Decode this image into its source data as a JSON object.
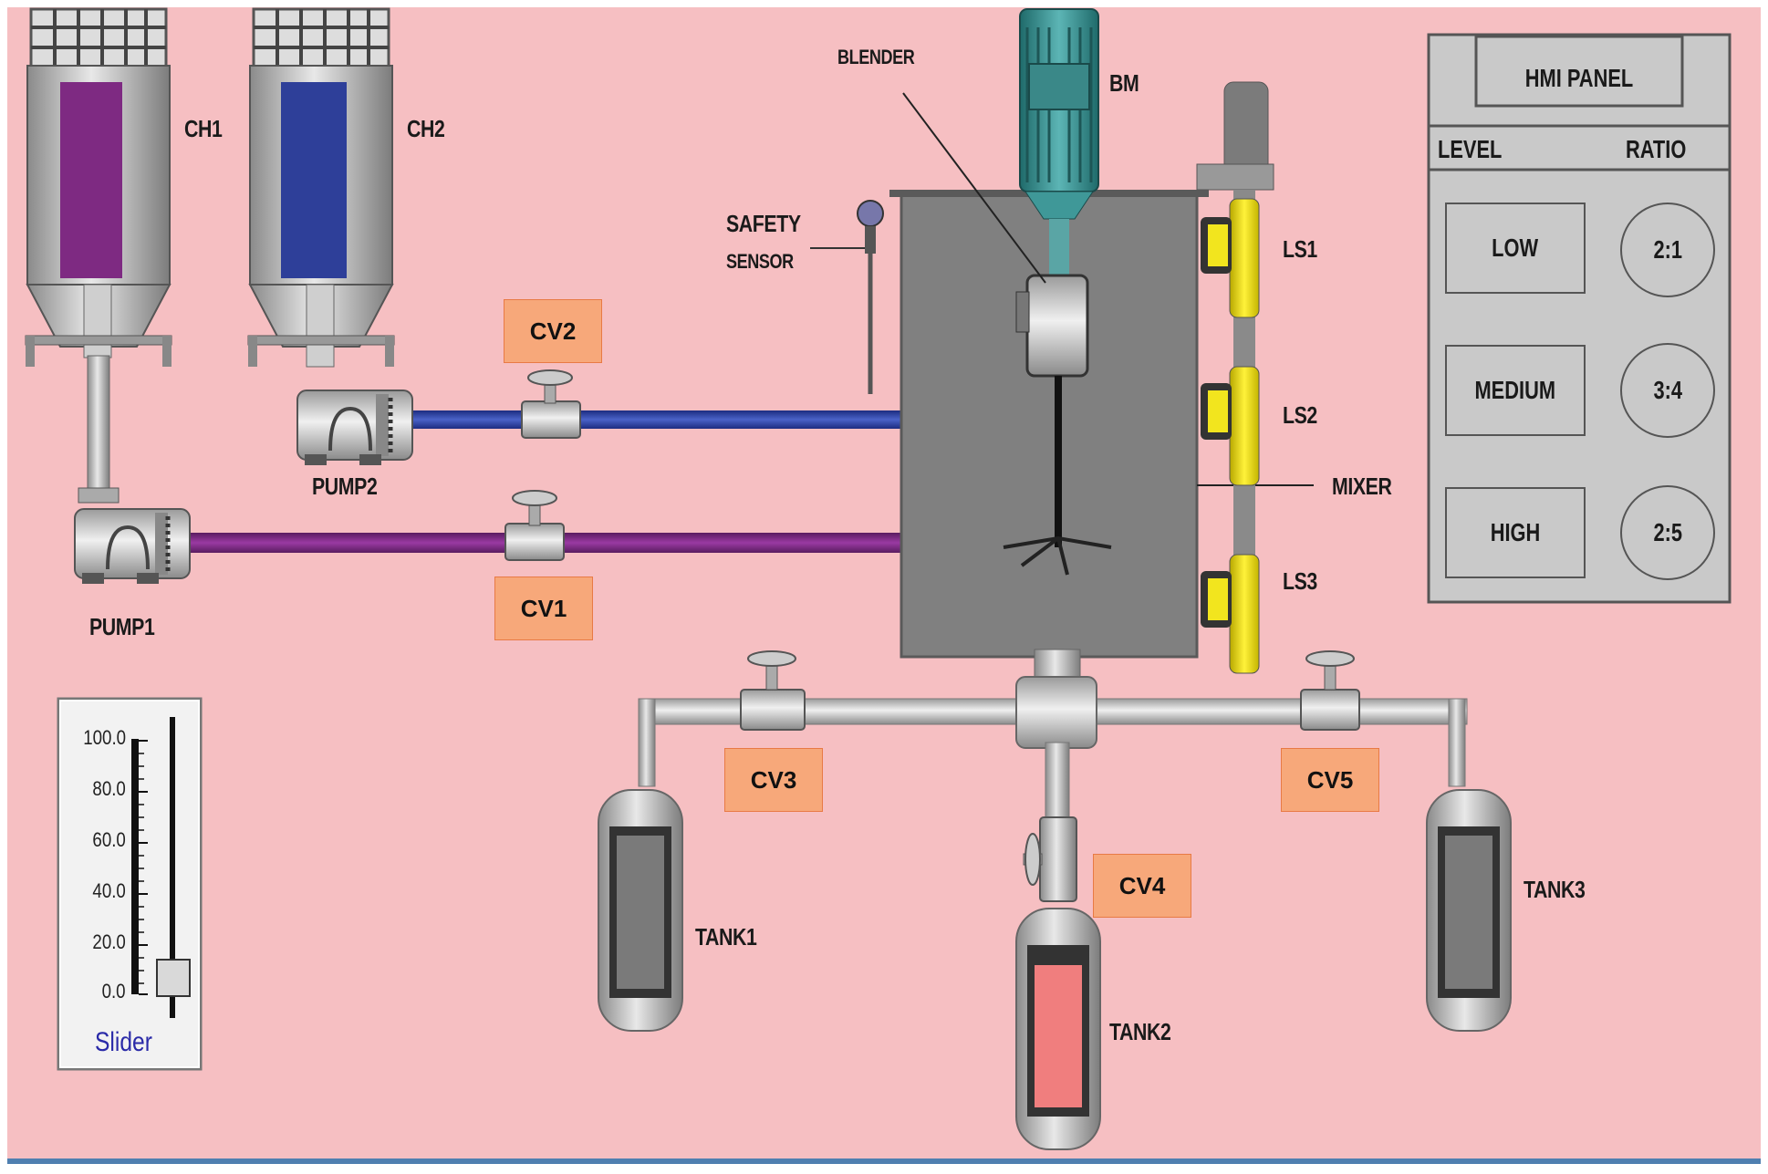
{
  "labels": {
    "ch1": "CH1",
    "ch2": "CH2",
    "blender": "BLENDER",
    "bm": "BM",
    "safety": "SAFETY",
    "sensor": "SENSOR",
    "pump1": "PUMP1",
    "pump2": "PUMP2",
    "ls1": "LS1",
    "ls2": "LS2",
    "ls3": "LS3",
    "mixer": "MIXER",
    "tank1": "TANK1",
    "tank2": "TANK2",
    "tank3": "TANK3"
  },
  "valves": {
    "cv1": "CV1",
    "cv2": "CV2",
    "cv3": "CV3",
    "cv4": "CV4",
    "cv5": "CV5"
  },
  "hmi": {
    "title": "HMI PANEL",
    "col_level": "LEVEL",
    "col_ratio": "RATIO",
    "rows": [
      {
        "level": "LOW",
        "ratio": "2:1"
      },
      {
        "level": "MEDIUM",
        "ratio": "3:4"
      },
      {
        "level": "HIGH",
        "ratio": "2:5"
      }
    ]
  },
  "slider": {
    "label": "Slider",
    "ticks": [
      "100.0",
      "80.0",
      "60.0",
      "40.0",
      "20.0",
      "0.0"
    ],
    "value": 0.0
  },
  "colors": {
    "background": "#f6bfc2",
    "ch1_fill": "#7e2a82",
    "ch2_fill": "#2e3f99",
    "pipe_purple": "#7a2a82",
    "pipe_blue": "#2e46a8",
    "mixer_body": "#808080",
    "motor": "#3f9898",
    "sensor_yellow": "#f2e51e",
    "valve_tag": "#f7a87a",
    "tank2_fill": "#f07e7e"
  }
}
